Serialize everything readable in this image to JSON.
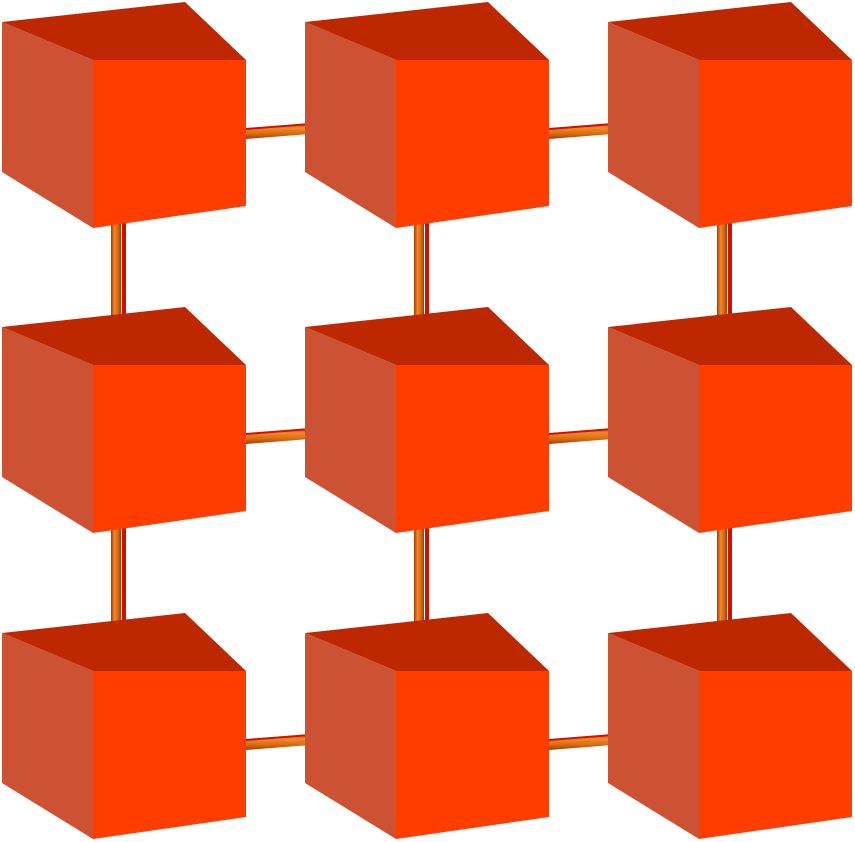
{
  "diagram": {
    "type": "3x3-cube-lattice",
    "rows": 3,
    "cols": 3,
    "nodes": [
      {
        "id": "r1c1",
        "row": 1,
        "col": 1
      },
      {
        "id": "r1c2",
        "row": 1,
        "col": 2
      },
      {
        "id": "r1c3",
        "row": 1,
        "col": 3
      },
      {
        "id": "r2c1",
        "row": 2,
        "col": 1
      },
      {
        "id": "r2c2",
        "row": 2,
        "col": 2
      },
      {
        "id": "r2c3",
        "row": 2,
        "col": 3
      },
      {
        "id": "r3c1",
        "row": 3,
        "col": 1
      },
      {
        "id": "r3c2",
        "row": 3,
        "col": 2
      },
      {
        "id": "r3c3",
        "row": 3,
        "col": 3
      }
    ],
    "edges": [
      {
        "from": "r1c1",
        "to": "r1c2"
      },
      {
        "from": "r1c2",
        "to": "r1c3"
      },
      {
        "from": "r2c1",
        "to": "r2c2"
      },
      {
        "from": "r2c2",
        "to": "r2c3"
      },
      {
        "from": "r3c1",
        "to": "r3c2"
      },
      {
        "from": "r3c2",
        "to": "r3c3"
      },
      {
        "from": "r1c1",
        "to": "r2c1"
      },
      {
        "from": "r2c1",
        "to": "r3c1"
      },
      {
        "from": "r1c2",
        "to": "r2c2"
      },
      {
        "from": "r2c2",
        "to": "r3c2"
      },
      {
        "from": "r1c3",
        "to": "r2c3"
      },
      {
        "from": "r2c3",
        "to": "r3c3"
      }
    ]
  },
  "colors": {
    "cube_top": "#be2800",
    "cube_left": "#cc5233",
    "cube_front": "#ff3d00",
    "cube_top_highlight": "#c63000",
    "rod_light": "#f08a2a",
    "rod_mid": "#d86a10",
    "rod_dark": "#a83a00",
    "rod_shadow": "#d01000",
    "background": "#ffffff"
  }
}
